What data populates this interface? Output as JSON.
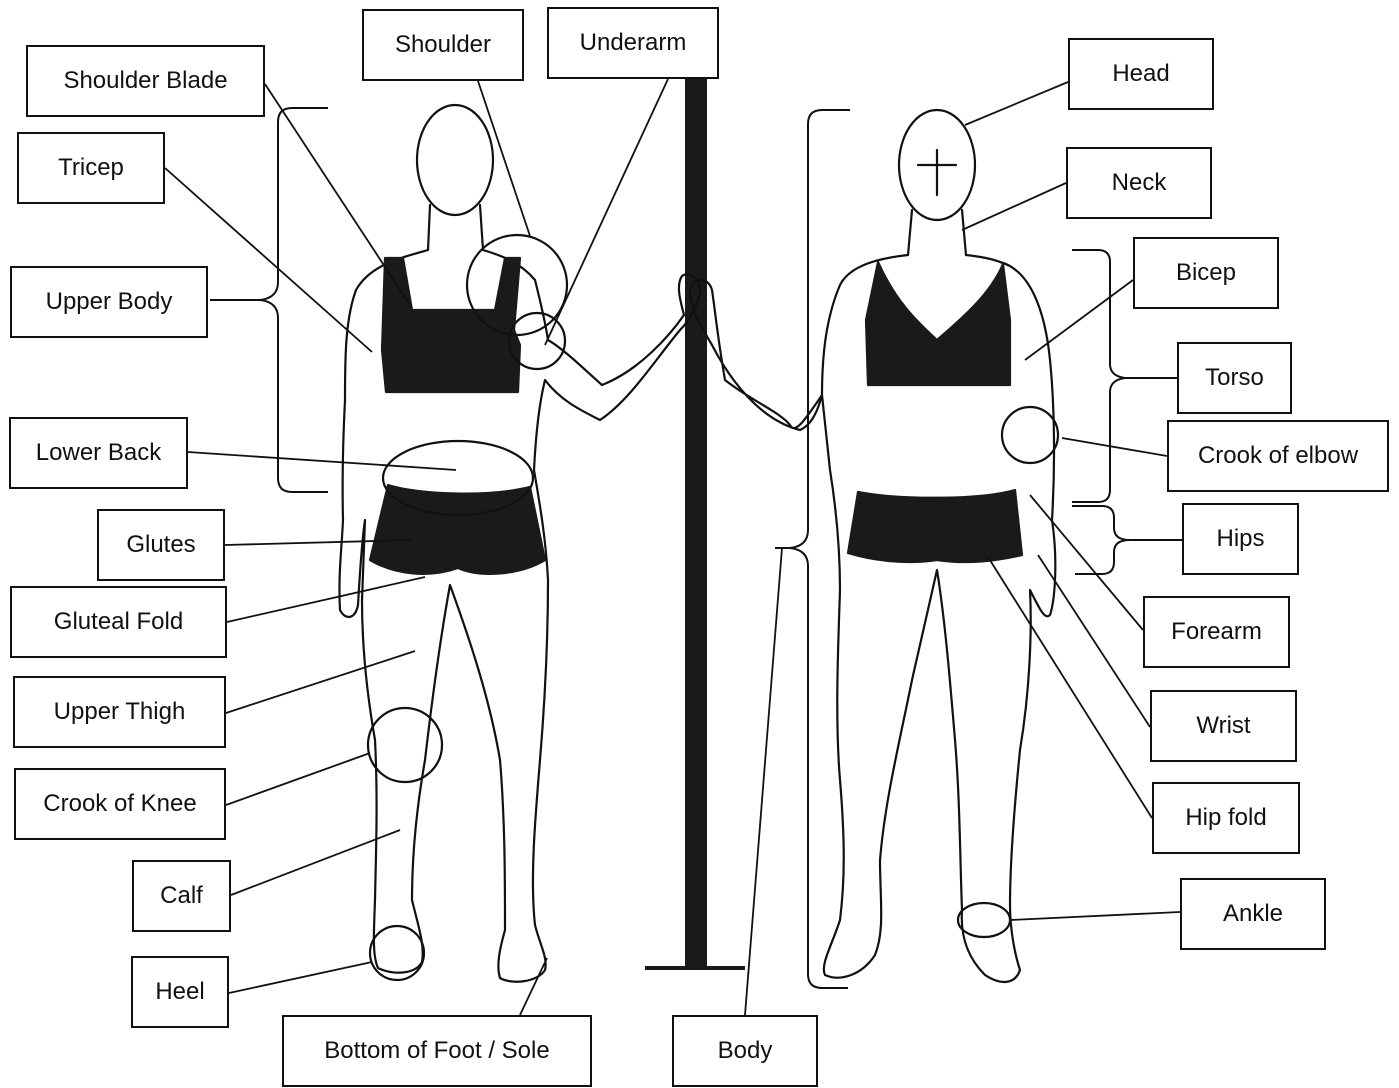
{
  "labels": {
    "shoulder_blade": "Shoulder Blade",
    "shoulder": "Shoulder",
    "underarm": "Underarm",
    "head": "Head",
    "tricep": "Tricep",
    "neck": "Neck",
    "bicep": "Bicep",
    "upper_body": "Upper Body",
    "torso": "Torso",
    "lower_back": "Lower Back",
    "crook_of_elbow": "Crook of elbow",
    "glutes": "Glutes",
    "hips": "Hips",
    "gluteal_fold": "Gluteal Fold",
    "forearm": "Forearm",
    "upper_thigh": "Upper Thigh",
    "wrist": "Wrist",
    "crook_of_knee": "Crook of Knee",
    "hip_fold": "Hip fold",
    "calf": "Calf",
    "ankle": "Ankle",
    "heel": "Heel",
    "bottom_of_foot": "Bottom of Foot / Sole",
    "body": "Body"
  },
  "colors": {
    "ink": "#111111",
    "garment": "#1a1a1a",
    "pole": "#1a1a1a",
    "background": "#ffffff"
  }
}
